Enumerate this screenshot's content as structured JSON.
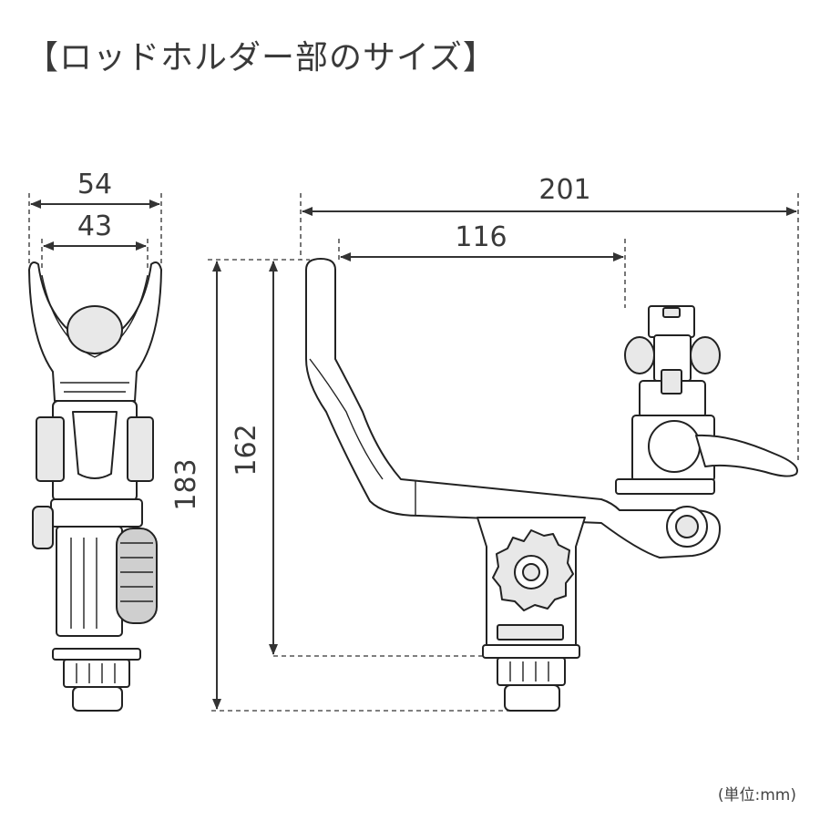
{
  "title": "【ロッドホルダー部のサイズ】",
  "unit_note": "(単位:mm)",
  "dimensions": {
    "front_outer_width": "54",
    "front_inner_width": "43",
    "total_height": "183",
    "inner_height": "162",
    "total_length": "201",
    "holder_to_clamp": "116"
  },
  "icons": [
    "arrowhead",
    "dashed-extension-line"
  ]
}
